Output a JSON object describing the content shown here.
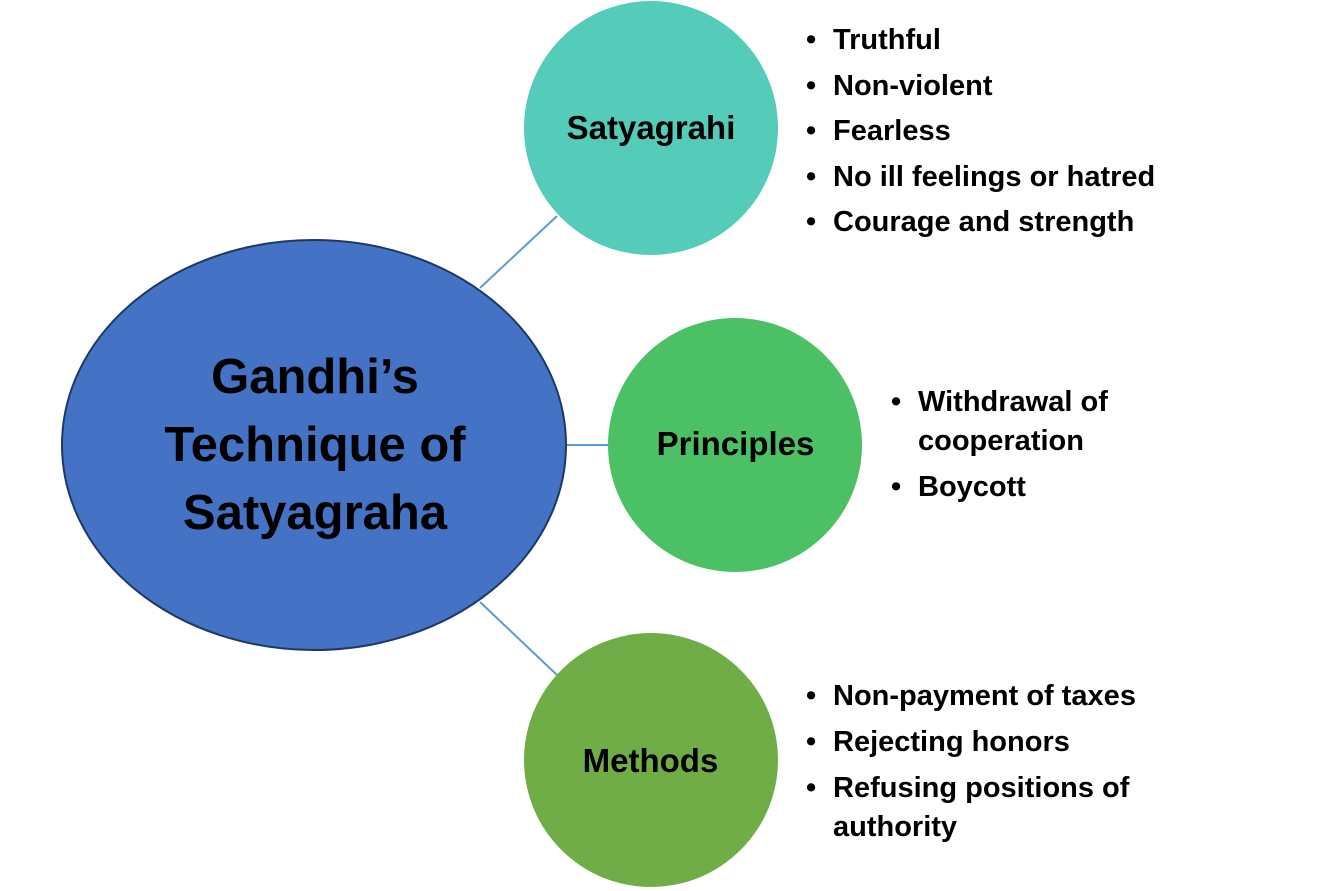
{
  "central": {
    "title": "Gandhi’s\nTechnique of\nSatyagraha",
    "color": "#4472c4"
  },
  "nodes": [
    {
      "label": "Satyagrahi",
      "color": "#55cbb9",
      "items": [
        "Truthful",
        "Non-violent",
        "Fearless",
        "No ill feelings or hatred",
        "Courage and strength"
      ]
    },
    {
      "label": "Principles",
      "color": "#4cc065",
      "items": [
        "Withdrawal of\ncooperation",
        "Boycott"
      ]
    },
    {
      "label": "Methods",
      "color": "#70ad47",
      "items": [
        "Non-payment of taxes",
        "Rejecting honors",
        "Refusing positions of\nauthority"
      ]
    }
  ],
  "connector_color": "#5b9bd5"
}
